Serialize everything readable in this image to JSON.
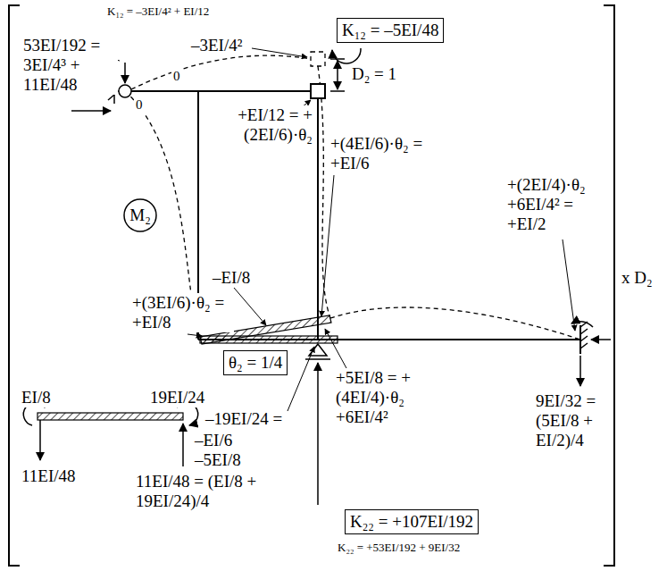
{
  "diagram": {
    "nodes": [
      {
        "text": [
          "K₁₂ = –5EI/48"
        ]
      },
      {
        "text": [
          "M₂"
        ]
      },
      {
        "text": [
          "θ₂ = 1/4"
        ]
      },
      {
        "text": [
          "K₂₂ = +107EI/192"
        ]
      }
    ],
    "labels": [
      "K₁₂ = –3EI/4² + EI/12",
      "53EI/192 = 3EI/4³ + 11EI/48",
      "–3EI/4²",
      "0",
      "0",
      "D₂ = 1",
      "+EI/12 = +(2EI/6)·θ₂",
      "+(4EI/6)·θ₂ = +EI/6",
      "+(2EI/4)·θ₂ +6EI/4² = +EI/2",
      "–EI/8",
      "+(3EI/6)·θ₂ = +EI/8",
      "x D₂",
      "EI/8",
      "19EI/24",
      "–19EI/24 =",
      "–EI/6",
      "–5EI/8",
      "+5EI/8 = +(4EI/4)·θ₂ +6EI/4²",
      "9EI/32 = (5EI/8 + EI/2)/4",
      "11EI/48",
      "11EI/48 = (EI/8 + 19EI/24)/4",
      "K₂₂ = +53EI/192 + 9EI/32"
    ]
  }
}
